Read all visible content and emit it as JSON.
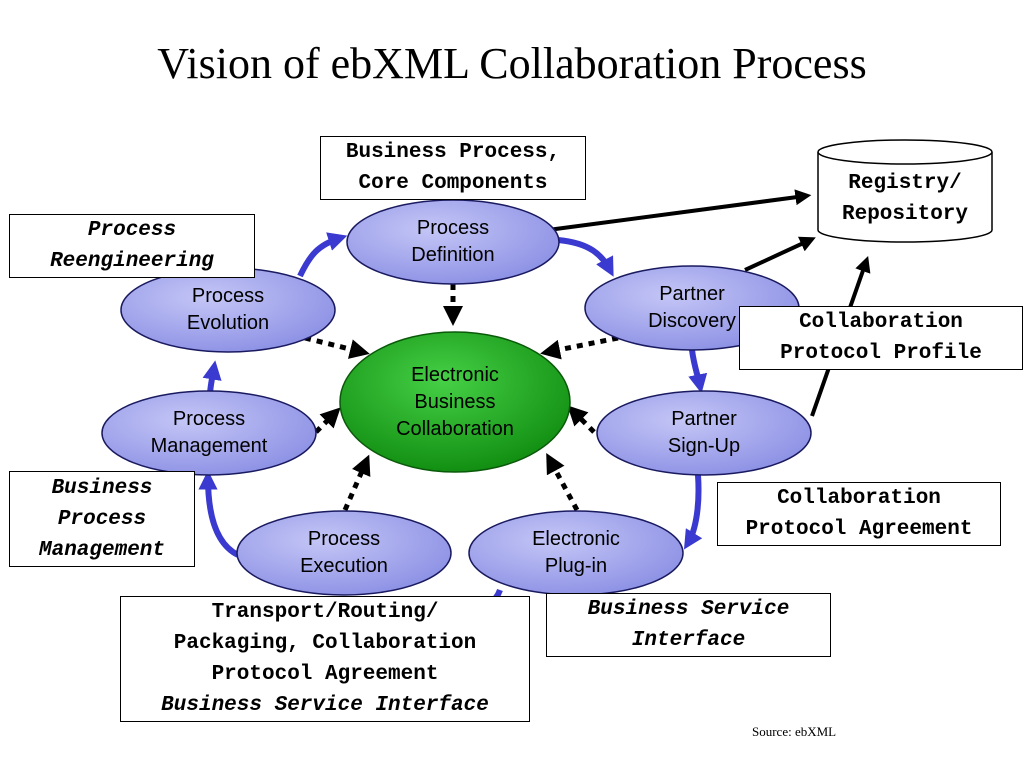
{
  "title": "Vision of ebXML Collaboration Process",
  "center": "Electronic\nBusiness\nCollaboration",
  "nodes": {
    "process_definition": "Process\nDefinition",
    "partner_discovery": "Partner\nDiscovery",
    "partner_signup": "Partner\nSign-Up",
    "electronic_plugin": "Electronic\nPlug-in",
    "process_execution": "Process\nExecution",
    "process_management": "Process\nManagement",
    "process_evolution": "Process\nEvolution"
  },
  "boxes": {
    "business_process_core": [
      "Business Process,",
      "Core Components"
    ],
    "process_reengineering": [
      "Process",
      "Reengineering"
    ],
    "collaboration_protocol_profile": [
      "Collaboration",
      "Protocol Profile"
    ],
    "collaboration_protocol_agreement": [
      "Collaboration",
      "Protocol Agreement"
    ],
    "business_process_management": [
      "Business",
      "Process",
      "Management"
    ],
    "transport_routing": [
      "Transport/Routing/",
      "Packaging, Collaboration",
      "Protocol Agreement"
    ],
    "transport_bsi": "Business Service Interface",
    "business_service_interface": [
      "Business Service",
      "Interface"
    ]
  },
  "registry": "Registry/\nRepository",
  "source": "Source: ebXML",
  "colors": {
    "node_fill": "#9ea2ec",
    "node_stroke": "#1a1a60",
    "center_fill": "#1fa51f",
    "cycle_arrow": "#3a3ad0",
    "line": "#000000"
  }
}
